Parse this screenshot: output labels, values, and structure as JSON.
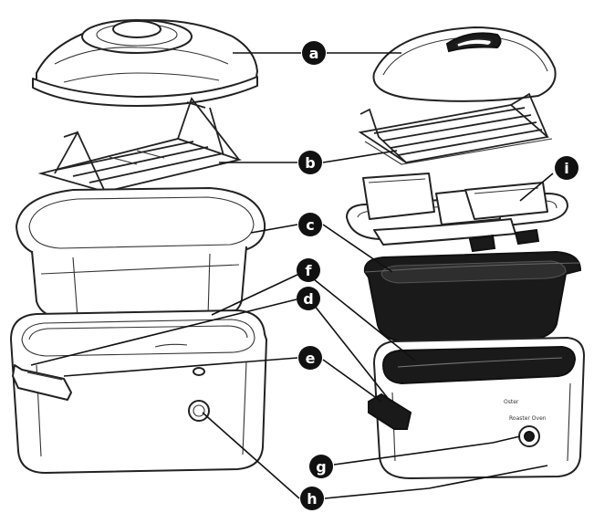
{
  "callouts": [
    {
      "id": "a",
      "label": "a"
    },
    {
      "id": "b",
      "label": "b"
    },
    {
      "id": "c",
      "label": "c"
    },
    {
      "id": "d",
      "label": "d"
    },
    {
      "id": "e",
      "label": "e"
    },
    {
      "id": "f",
      "label": "f"
    },
    {
      "id": "g",
      "label": "g"
    },
    {
      "id": "h",
      "label": "h"
    },
    {
      "id": "i",
      "label": "i"
    }
  ],
  "product_marks": {
    "brand": "Oster",
    "dial_caption": "Roaster Oven"
  },
  "colors": {
    "line": "#222222",
    "insert_pan": "#1a1a1a",
    "badge": "#111111"
  }
}
